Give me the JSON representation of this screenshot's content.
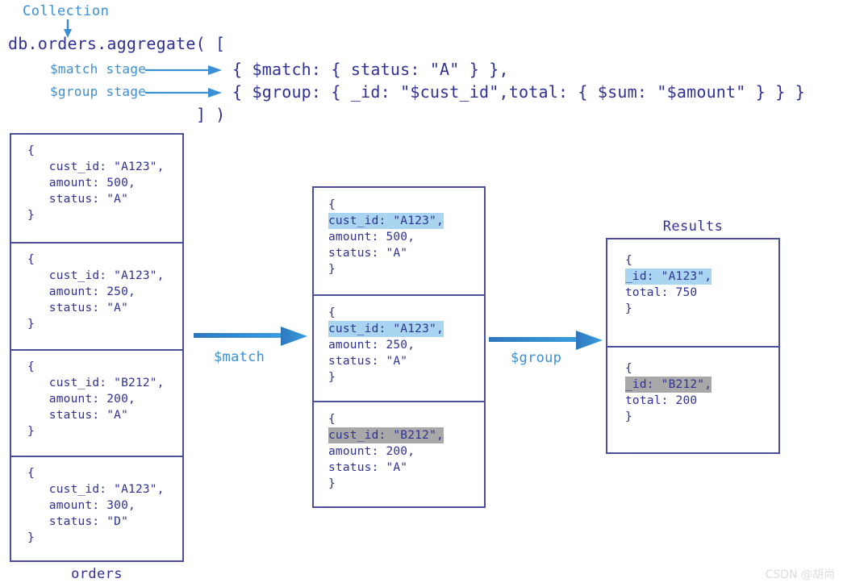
{
  "header": {
    "collection_label": "Collection",
    "code_line_1": "db.orders.aggregate( [",
    "match_stage_label": "$match stage",
    "group_stage_label": "$group stage",
    "code_match": "{ $match: { status: \"A\" } },",
    "code_group": "{ $group: { _id: \"$cust_id\",total: { $sum: \"$amount\" } } }",
    "code_close": "] )"
  },
  "orders": {
    "caption": "orders",
    "documents": [
      {
        "lines": [
          {
            "text": "{",
            "highlight": "none"
          },
          {
            "text": "   cust_id: \"A123\",",
            "highlight": "none"
          },
          {
            "text": "   amount: 500,",
            "highlight": "none"
          },
          {
            "text": "   status: \"A\"",
            "highlight": "none"
          },
          {
            "text": "}",
            "highlight": "none"
          }
        ]
      },
      {
        "lines": [
          {
            "text": "{",
            "highlight": "none"
          },
          {
            "text": "   cust_id: \"A123\",",
            "highlight": "none"
          },
          {
            "text": "   amount: 250,",
            "highlight": "none"
          },
          {
            "text": "   status: \"A\"",
            "highlight": "none"
          },
          {
            "text": "}",
            "highlight": "none"
          }
        ]
      },
      {
        "lines": [
          {
            "text": "{",
            "highlight": "none"
          },
          {
            "text": "   cust_id: \"B212\",",
            "highlight": "none"
          },
          {
            "text": "   amount: 200,",
            "highlight": "none"
          },
          {
            "text": "   status: \"A\"",
            "highlight": "none"
          },
          {
            "text": "}",
            "highlight": "none"
          }
        ]
      },
      {
        "lines": [
          {
            "text": "{",
            "highlight": "none"
          },
          {
            "text": "   cust_id: \"A123\",",
            "highlight": "none"
          },
          {
            "text": "   amount: 300,",
            "highlight": "none"
          },
          {
            "text": "   status: \"D\"",
            "highlight": "none"
          },
          {
            "text": "}",
            "highlight": "none"
          }
        ]
      }
    ]
  },
  "match_stage": {
    "arrow_label": "$match",
    "documents": [
      {
        "lines": [
          {
            "text": "{",
            "highlight": "none"
          },
          {
            "text": "cust_id: \"A123\",",
            "highlight": "blue"
          },
          {
            "text": "amount: 500,",
            "highlight": "none"
          },
          {
            "text": "status: \"A\"",
            "highlight": "none"
          },
          {
            "text": "}",
            "highlight": "none"
          }
        ]
      },
      {
        "lines": [
          {
            "text": "{",
            "highlight": "none"
          },
          {
            "text": "cust_id: \"A123\",",
            "highlight": "blue"
          },
          {
            "text": "amount: 250,",
            "highlight": "none"
          },
          {
            "text": "status: \"A\"",
            "highlight": "none"
          },
          {
            "text": "}",
            "highlight": "none"
          }
        ]
      },
      {
        "lines": [
          {
            "text": "{",
            "highlight": "none"
          },
          {
            "text": "cust_id: \"B212\",",
            "highlight": "gray"
          },
          {
            "text": "amount: 200,",
            "highlight": "none"
          },
          {
            "text": "status: \"A\"",
            "highlight": "none"
          },
          {
            "text": "}",
            "highlight": "none"
          }
        ]
      }
    ]
  },
  "group_stage": {
    "arrow_label": "$group"
  },
  "results": {
    "caption": "Results",
    "documents": [
      {
        "lines": [
          {
            "text": "{",
            "highlight": "none"
          },
          {
            "text": "_id: \"A123\",",
            "highlight": "blue"
          },
          {
            "text": "total: 750",
            "highlight": "none"
          },
          {
            "text": "}",
            "highlight": "none"
          }
        ]
      },
      {
        "lines": [
          {
            "text": "{",
            "highlight": "none"
          },
          {
            "text": "_id: \"B212\",",
            "highlight": "gray"
          },
          {
            "text": "total: 200",
            "highlight": "none"
          },
          {
            "text": "}",
            "highlight": "none"
          }
        ]
      }
    ]
  },
  "watermark": "CSDN @胡尚",
  "colors": {
    "code_text": "#2f3193",
    "accent_blue": "#3b8fd4",
    "box_border": "#4a4e9c",
    "highlight_blue": "#a9d5f0",
    "highlight_gray": "#a8a8a8"
  }
}
